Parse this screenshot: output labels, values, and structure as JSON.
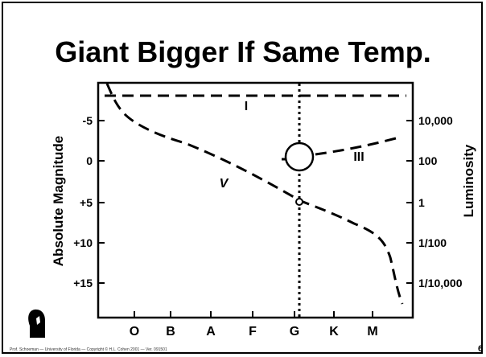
{
  "slide": {
    "title": "Giant Bigger If Same Temp.",
    "footer": "Prof. Schoeman — University of Florida — Copyright © H.L. Cohen 2001 — Ver. 091501",
    "page_number": "6"
  },
  "diagram": {
    "left_axis_label": "Absolute Magnitude",
    "right_axis_label": "Luminosity",
    "magnitude_ticks": [
      "-5",
      "0",
      "+5",
      "+10",
      "+15"
    ],
    "luminosity_ticks": [
      "10,000",
      "100",
      "1",
      "1/100",
      "1/10,000"
    ],
    "spectral_classes": [
      "O",
      "B",
      "A",
      "F",
      "G",
      "K",
      "M"
    ],
    "class_labels": {
      "supergiant": "I",
      "giant": "III",
      "main_sequence": "V"
    }
  }
}
